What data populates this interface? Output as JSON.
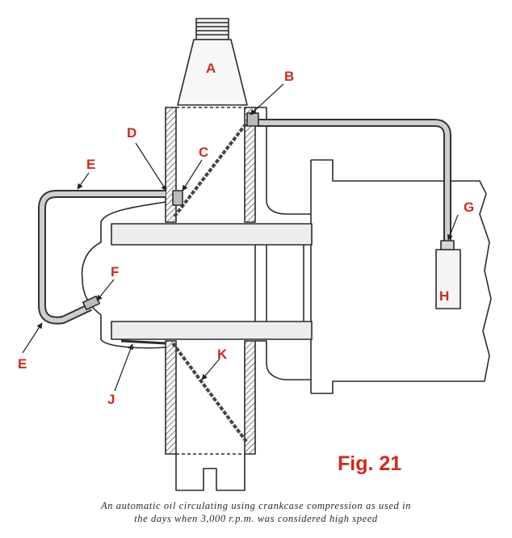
{
  "labels": {
    "A": "A",
    "B": "B",
    "C": "C",
    "D": "D",
    "E_top": "E",
    "E_bottom": "E",
    "F": "F",
    "G": "G",
    "H": "H",
    "J": "J",
    "K": "K"
  },
  "figure_label": "Fig. 21",
  "caption": {
    "line1": "An automatic oil circulating using crankcase compression as used in",
    "line2": "the days when 3,000 r.p.m. was considered high speed"
  },
  "colors": {
    "label": "#d0291c",
    "ink": "#2b2b2b",
    "pipe_fill": "#c9c9c9"
  }
}
